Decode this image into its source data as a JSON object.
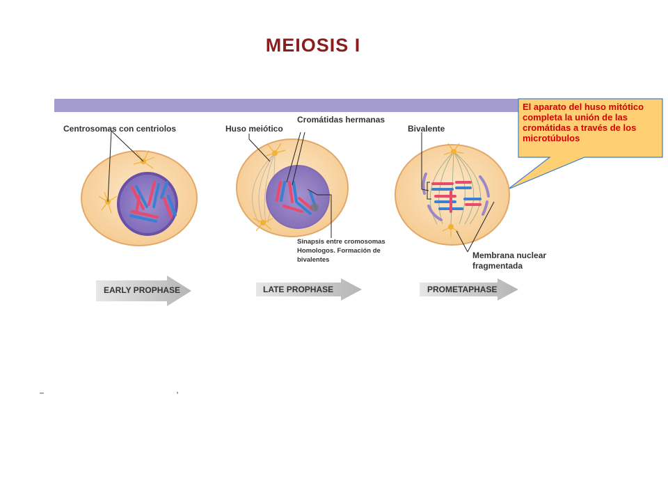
{
  "title": "MEIOSIS  I",
  "labels": {
    "centrosomas": "Centrosomas  con centriolos",
    "huso": "Huso meiótico",
    "cromatidas": "Cromátidas  hermanas",
    "bivalente": "Bivalente",
    "sinapsis_1": "Sinapsis entre cromosomas",
    "sinapsis_2": "Homologos. Formación de",
    "sinapsis_3": "bivalentes",
    "membrana_1": "Membrana nuclear",
    "membrana_2": "fragmentada"
  },
  "callout": {
    "text": "El aparato del huso mitótico completa la unión de las cromátidas a través de los microtúbulos",
    "fill": "#ffd073"
  },
  "stages": [
    "EARLY PROPHASE",
    "LATE PROPHASE",
    "PROMETAPHASE"
  ],
  "colors": {
    "title": "#8c1d1d",
    "band": "#a49bd0",
    "cell_fill": "#fbdcb0",
    "nucleus": "#9a86c8",
    "chromosome_red": "#e84a6c",
    "chromosome_blue": "#3a7fd0",
    "centrosome": "#f2b233"
  }
}
